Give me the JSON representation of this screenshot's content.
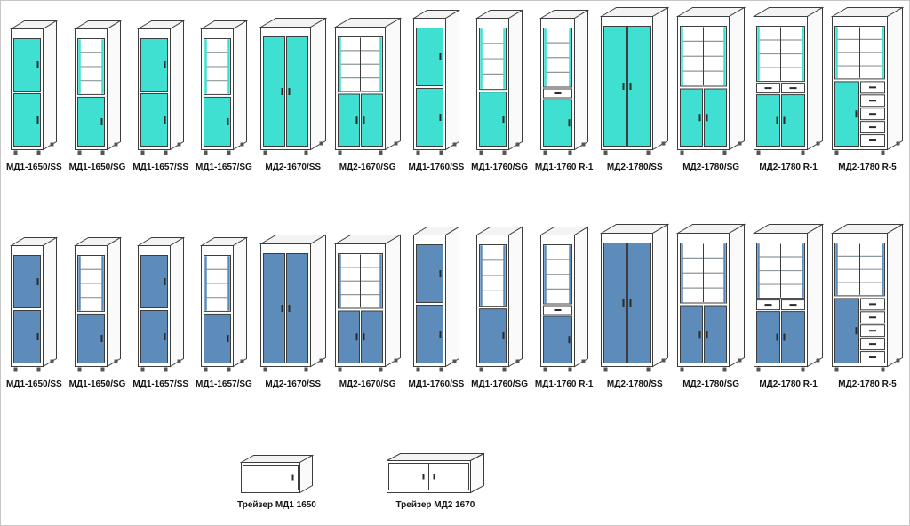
{
  "palette": {
    "outline": "#3d3d3d",
    "front_face": "#ffffff",
    "top_face": "#f3f3f3",
    "side_face": "#fafafa",
    "shelf_line": "#8e979c",
    "handle": "#2b2b2b",
    "leg": "#555555",
    "cyan_accent": "#3fe0d2",
    "blue_accent": "#5d8cbb",
    "page_border": "#c6c6c6"
  },
  "rows": [
    {
      "id": "row-cyan",
      "accent": "#3fe0d2",
      "items": [
        {
          "label": "МД1-1650/SS",
          "type": "narrow-ss"
        },
        {
          "label": "МД1-1650/SG",
          "type": "narrow-sg"
        },
        {
          "label": "МД1-1657/SS",
          "type": "narrow-ss"
        },
        {
          "label": "МД1-1657/SG",
          "type": "narrow-sg"
        },
        {
          "label": "МД2-1670/SS",
          "type": "wide-ss"
        },
        {
          "label": "МД2-1670/SG",
          "type": "wide-sg"
        },
        {
          "label": "МД1-1760/SS",
          "type": "tall-narrow-ss"
        },
        {
          "label": "МД1-1760/SG",
          "type": "tall-narrow-sg"
        },
        {
          "label": "МД1-1760 R-1",
          "type": "tall-narrow-r1"
        },
        {
          "label": "МД2-1780/SS",
          "type": "wide-tall-ss"
        },
        {
          "label": "МД2-1780/SG",
          "type": "wide-tall-sg"
        },
        {
          "label": "МД2-1780 R-1",
          "type": "wide-tall-r1"
        },
        {
          "label": "МД2-1780 R-5",
          "type": "wide-tall-r5"
        }
      ]
    },
    {
      "id": "row-blue",
      "accent": "#5d8cbb",
      "items": [
        {
          "label": "МД1-1650/SS",
          "type": "narrow-ss"
        },
        {
          "label": "МД1-1650/SG",
          "type": "narrow-sg"
        },
        {
          "label": "МД1-1657/SS",
          "type": "narrow-ss"
        },
        {
          "label": "МД1-1657/SG",
          "type": "narrow-sg"
        },
        {
          "label": "МД2-1670/SS",
          "type": "wide-ss"
        },
        {
          "label": "МД2-1670/SG",
          "type": "wide-sg"
        },
        {
          "label": "МД1-1760/SS",
          "type": "tall-narrow-ss"
        },
        {
          "label": "МД1-1760/SG",
          "type": "tall-narrow-sg"
        },
        {
          "label": "МД1-1760 R-1",
          "type": "tall-narrow-r1"
        },
        {
          "label": "МД2-1780/SS",
          "type": "wide-tall-ss"
        },
        {
          "label": "МД2-1780/SG",
          "type": "wide-tall-sg"
        },
        {
          "label": "МД2-1780 R-1",
          "type": "wide-tall-r1"
        },
        {
          "label": "МД2-1780 R-5",
          "type": "wide-tall-r5"
        }
      ]
    }
  ],
  "traysers": [
    {
      "label": "Трейзер МД1 1650",
      "type": "tray-single"
    },
    {
      "label": "Трейзер МД2 1670",
      "type": "tray-double"
    }
  ]
}
